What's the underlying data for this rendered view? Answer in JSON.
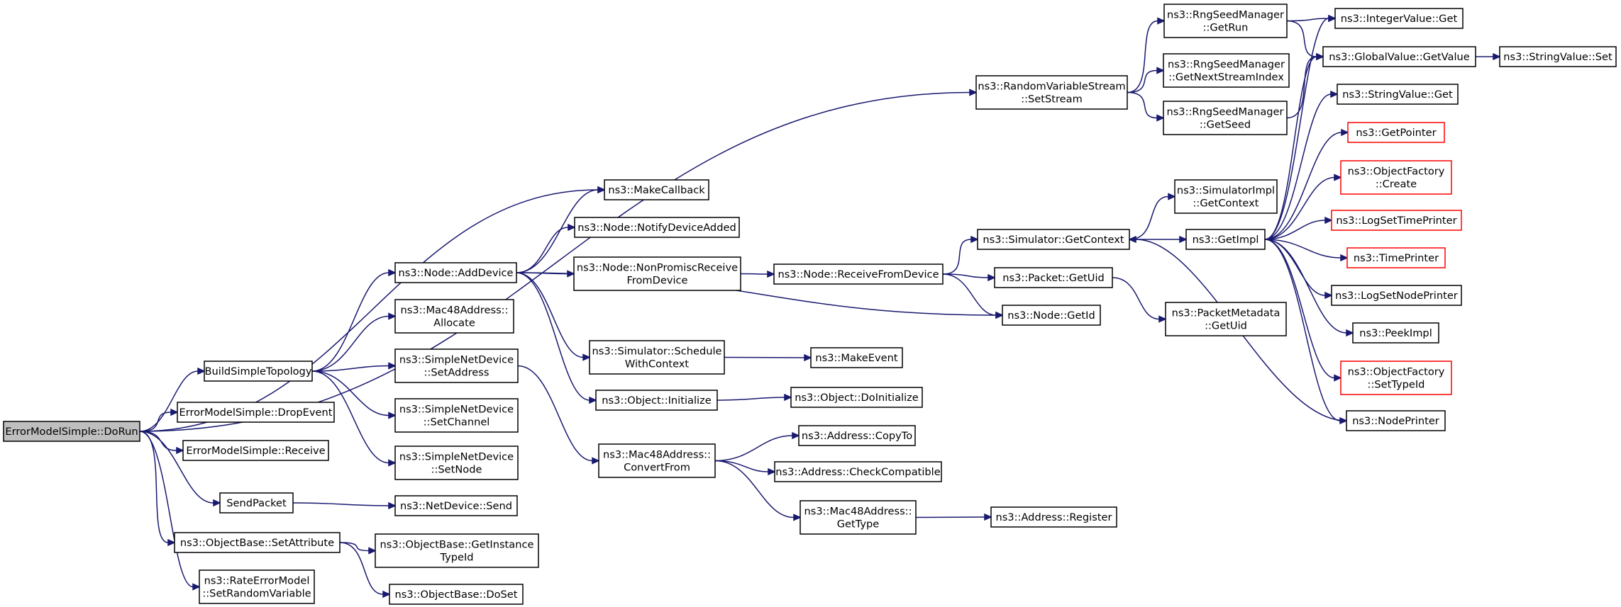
{
  "diagram": {
    "nodes": {
      "dorun": {
        "lines": [
          "ErrorModelSimple::DoRun"
        ],
        "style": "root"
      },
      "setstream": {
        "lines": [
          "ns3::RandomVariableStream",
          "::SetStream"
        ]
      },
      "makecallback": {
        "lines": [
          "ns3::MakeCallback"
        ]
      },
      "builtopo": {
        "lines": [
          "BuildSimpleTopology"
        ]
      },
      "dropevent": {
        "lines": [
          "ErrorModelSimple::DropEvent"
        ]
      },
      "receive": {
        "lines": [
          "ErrorModelSimple::Receive"
        ]
      },
      "sendpacket": {
        "lines": [
          "SendPacket"
        ]
      },
      "setattribute": {
        "lines": [
          "ns3::ObjectBase::SetAttribute"
        ]
      },
      "setrandomvar": {
        "lines": [
          "ns3::RateErrorModel",
          "::SetRandomVariable"
        ]
      },
      "adddevice": {
        "lines": [
          "ns3::Node::AddDevice"
        ]
      },
      "allocate": {
        "lines": [
          "ns3::Mac48Address::",
          "Allocate"
        ]
      },
      "setaddress": {
        "lines": [
          "ns3::SimpleNetDevice",
          "::SetAddress"
        ]
      },
      "setchannel": {
        "lines": [
          "ns3::SimpleNetDevice",
          "::SetChannel"
        ]
      },
      "setnode": {
        "lines": [
          "ns3::SimpleNetDevice",
          "::SetNode"
        ]
      },
      "netdevsend": {
        "lines": [
          "ns3::NetDevice::Send"
        ]
      },
      "getinstancetypeid": {
        "lines": [
          "ns3::ObjectBase::GetInstance",
          "TypeId"
        ]
      },
      "doset": {
        "lines": [
          "ns3::ObjectBase::DoSet"
        ]
      },
      "notifydeviceadded": {
        "lines": [
          "ns3::Node::NotifyDeviceAdded"
        ]
      },
      "nonpromisc": {
        "lines": [
          "ns3::Node::NonPromiscReceive",
          "FromDevice"
        ]
      },
      "schedulewithcontext": {
        "lines": [
          "ns3::Simulator::Schedule",
          "WithContext"
        ]
      },
      "objinit": {
        "lines": [
          "ns3::Object::Initialize"
        ]
      },
      "convertfrom": {
        "lines": [
          "ns3::Mac48Address::",
          "ConvertFrom"
        ]
      },
      "receivefromdevice": {
        "lines": [
          "ns3::Node::ReceiveFromDevice"
        ]
      },
      "makeevent": {
        "lines": [
          "ns3::MakeEvent"
        ]
      },
      "doinitialize": {
        "lines": [
          "ns3::Object::DoInitialize"
        ]
      },
      "copyto": {
        "lines": [
          "ns3::Address::CopyTo"
        ]
      },
      "checkcompatible": {
        "lines": [
          "ns3::Address::CheckCompatible"
        ]
      },
      "gettype": {
        "lines": [
          "ns3::Mac48Address::",
          "GetType"
        ]
      },
      "register": {
        "lines": [
          "ns3::Address::Register"
        ]
      },
      "getcontext": {
        "lines": [
          "ns3::Simulator::GetContext"
        ]
      },
      "packetgetuid": {
        "lines": [
          "ns3::Packet::GetUid"
        ]
      },
      "nodegetid": {
        "lines": [
          "ns3::Node::GetId"
        ]
      },
      "implgetcontext": {
        "lines": [
          "ns3::SimulatorImpl",
          "::GetContext"
        ]
      },
      "getimpl": {
        "lines": [
          "ns3::GetImpl"
        ]
      },
      "metadatagetuid": {
        "lines": [
          "ns3::PacketMetadata",
          "::GetUid"
        ]
      },
      "getrun": {
        "lines": [
          "ns3::RngSeedManager",
          "::GetRun"
        ]
      },
      "getnextstream": {
        "lines": [
          "ns3::RngSeedManager",
          "::GetNextStreamIndex"
        ]
      },
      "getseed": {
        "lines": [
          "ns3::RngSeedManager",
          "::GetSeed"
        ]
      },
      "integerget": {
        "lines": [
          "ns3::IntegerValue::Get"
        ]
      },
      "globalgetvalue": {
        "lines": [
          "ns3::GlobalValue::GetValue"
        ]
      },
      "stringset": {
        "lines": [
          "ns3::StringValue::Set"
        ]
      },
      "stringget": {
        "lines": [
          "ns3::StringValue::Get"
        ]
      },
      "getpointer": {
        "lines": [
          "ns3::GetPointer"
        ],
        "style": "red"
      },
      "objfactorycreate": {
        "lines": [
          "ns3::ObjectFactory",
          "::Create"
        ],
        "style": "red"
      },
      "logsettimeprinter": {
        "lines": [
          "ns3::LogSetTimePrinter"
        ],
        "style": "red"
      },
      "timeprinter": {
        "lines": [
          "ns3::TimePrinter"
        ],
        "style": "red"
      },
      "logsetnodeprinter": {
        "lines": [
          "ns3::LogSetNodePrinter"
        ]
      },
      "peekimpl": {
        "lines": [
          "ns3::PeekImpl"
        ]
      },
      "objfactorysettypeid": {
        "lines": [
          "ns3::ObjectFactory",
          "::SetTypeId"
        ],
        "style": "red"
      },
      "nodeprinter": {
        "lines": [
          "ns3::NodePrinter"
        ]
      }
    },
    "edges": [
      [
        "dorun",
        "setstream"
      ],
      [
        "dorun",
        "makecallback"
      ],
      [
        "dorun",
        "builtopo"
      ],
      [
        "dorun",
        "dropevent"
      ],
      [
        "dorun",
        "receive"
      ],
      [
        "dorun",
        "sendpacket"
      ],
      [
        "dorun",
        "setattribute"
      ],
      [
        "dorun",
        "setrandomvar"
      ],
      [
        "setstream",
        "getrun"
      ],
      [
        "setstream",
        "getnextstream"
      ],
      [
        "setstream",
        "getseed"
      ],
      [
        "getrun",
        "integerget"
      ],
      [
        "getrun",
        "globalgetvalue"
      ],
      [
        "getseed",
        "globalgetvalue"
      ],
      [
        "globalgetvalue",
        "stringset"
      ],
      [
        "builtopo",
        "adddevice"
      ],
      [
        "builtopo",
        "allocate"
      ],
      [
        "builtopo",
        "setaddress"
      ],
      [
        "builtopo",
        "setchannel"
      ],
      [
        "builtopo",
        "setnode"
      ],
      [
        "sendpacket",
        "netdevsend"
      ],
      [
        "setattribute",
        "getinstancetypeid"
      ],
      [
        "setattribute",
        "doset"
      ],
      [
        "adddevice",
        "makecallback"
      ],
      [
        "adddevice",
        "notifydeviceadded"
      ],
      [
        "adddevice",
        "nonpromisc"
      ],
      [
        "adddevice",
        "nodegetid"
      ],
      [
        "adddevice",
        "schedulewithcontext"
      ],
      [
        "adddevice",
        "objinit"
      ],
      [
        "setaddress",
        "convertfrom"
      ],
      [
        "nonpromisc",
        "receivefromdevice"
      ],
      [
        "receivefromdevice",
        "getcontext"
      ],
      [
        "receivefromdevice",
        "packetgetuid"
      ],
      [
        "receivefromdevice",
        "nodegetid"
      ],
      [
        "schedulewithcontext",
        "makeevent"
      ],
      [
        "objinit",
        "doinitialize"
      ],
      [
        "convertfrom",
        "copyto"
      ],
      [
        "convertfrom",
        "checkcompatible"
      ],
      [
        "convertfrom",
        "gettype"
      ],
      [
        "gettype",
        "register"
      ],
      [
        "getcontext",
        "implgetcontext"
      ],
      [
        "getcontext",
        "getimpl"
      ],
      [
        "packetgetuid",
        "metadatagetuid"
      ],
      [
        "getimpl",
        "integerget"
      ],
      [
        "getimpl",
        "globalgetvalue"
      ],
      [
        "getimpl",
        "stringget"
      ],
      [
        "getimpl",
        "getpointer"
      ],
      [
        "getimpl",
        "objfactorycreate"
      ],
      [
        "getimpl",
        "logsettimeprinter"
      ],
      [
        "getimpl",
        "timeprinter"
      ],
      [
        "getimpl",
        "logsetnodeprinter"
      ],
      [
        "getimpl",
        "peekimpl"
      ],
      [
        "getimpl",
        "objfactorysettypeid"
      ],
      [
        "getimpl",
        "nodeprinter"
      ],
      [
        "nodeprinter",
        "getcontext"
      ]
    ]
  }
}
